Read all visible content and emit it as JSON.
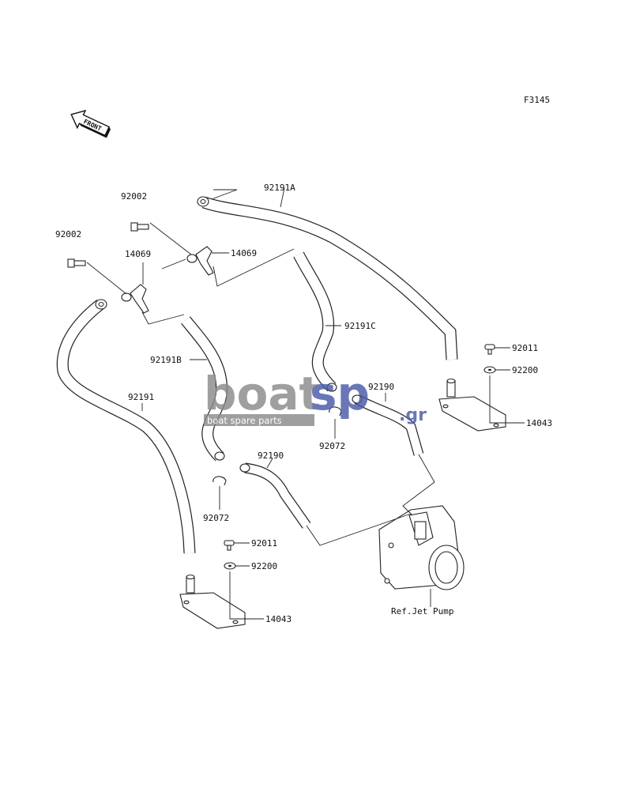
{
  "diagram": {
    "figure_code": "F3145",
    "front_arrow_text": "FRONT",
    "ref_text": "Ref.Jet Pump",
    "labels": {
      "l_92002_top": "92002",
      "l_92002_left": "92002",
      "l_14069_left": "14069",
      "l_14069_right": "14069",
      "l_92191A": "92191A",
      "l_92191C": "92191C",
      "l_92191B": "92191B",
      "l_92191": "92191",
      "l_92190_right": "92190",
      "l_92190_mid": "92190",
      "l_92072_right": "92072",
      "l_92072_left": "92072",
      "l_92011_right": "92011",
      "l_92200_right": "92200",
      "l_14043_right": "14043",
      "l_92011_left": "92011",
      "l_92200_left": "92200",
      "l_14043_left": "14043"
    }
  },
  "watermark": {
    "brand_main": "boat",
    "brand_accent": "sp",
    "tld": ".gr",
    "tagline": "boat spare parts",
    "colors": {
      "main": "#8a8a8a",
      "accent": "#4a5aa8"
    }
  }
}
